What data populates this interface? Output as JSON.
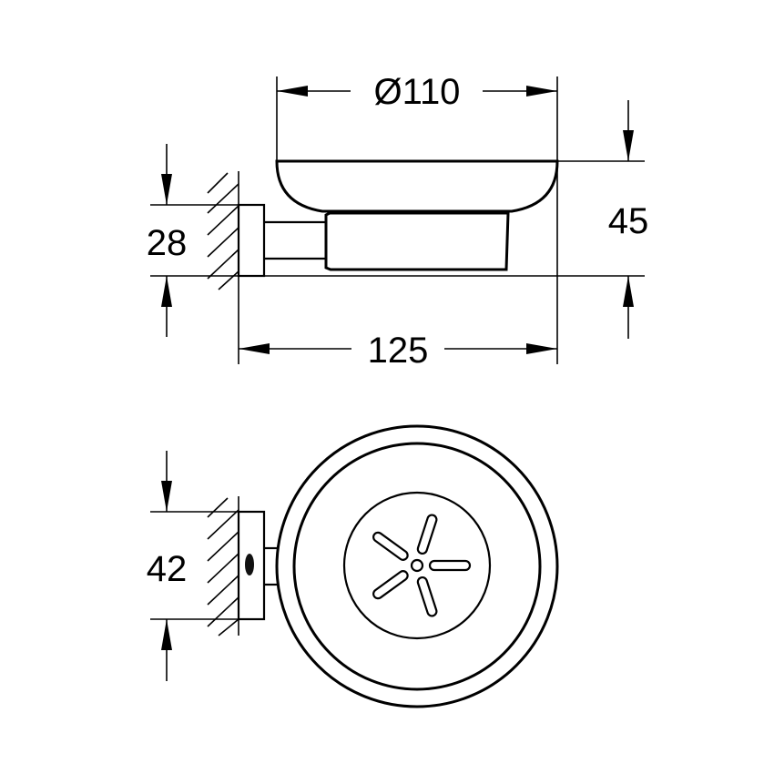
{
  "drawing": {
    "type": "technical-dimension-drawing",
    "subject": "wall-mounted soap dish",
    "views": [
      "side-view",
      "top-view"
    ],
    "line_color": "#000000",
    "background_color": "#ffffff"
  },
  "side_view": {
    "dimensions": {
      "diameter": {
        "label": "Ø110",
        "value": 110
      },
      "height": {
        "label": "45",
        "value": 45
      },
      "wall_plate_height": {
        "label": "28",
        "value": 28
      },
      "projection": {
        "label": "125",
        "value": 125
      }
    }
  },
  "top_view": {
    "dimensions": {
      "wall_plate_width": {
        "label": "42",
        "value": 42
      }
    },
    "drain_slots": 5
  }
}
